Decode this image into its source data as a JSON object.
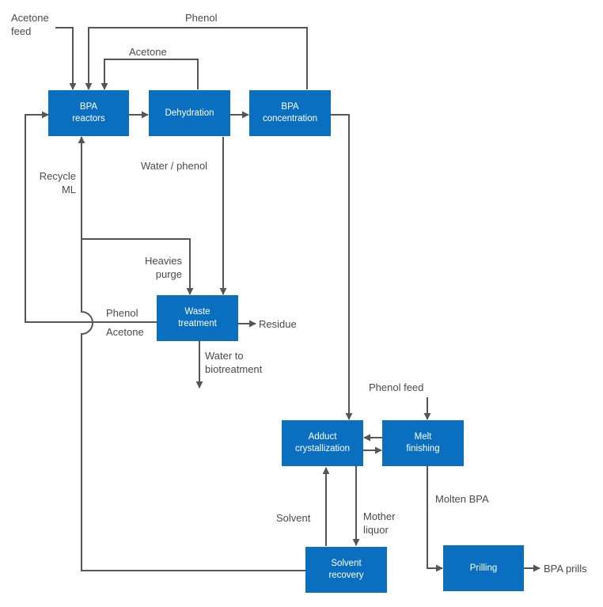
{
  "colors": {
    "box": "#0b6fbf",
    "line": "#555555",
    "label": "#4a4a4a",
    "background": "#ffffff"
  },
  "nodes": {
    "bpa_reactors": "BPA\nreactors",
    "dehydration": "Dehydration",
    "bpa_concentration": "BPA\nconcentration",
    "waste_treatment": "Waste\ntreatment",
    "adduct_crystallization": "Adduct\ncrystallization",
    "melt_finishing": "Melt\nfinishing",
    "solvent_recovery": "Solvent\nrecovery",
    "prilling": "Prilling"
  },
  "labels": {
    "acetone_feed": "Acetone\nfeed",
    "phenol_top": "Phenol",
    "acetone_recycle": "Acetone",
    "recycle_ml": "Recycle\nML",
    "water_phenol": "Water / phenol",
    "heavies_purge": "Heavies\npurge",
    "phenol_side": "Phenol",
    "acetone_side": "Acetone",
    "residue": "Residue",
    "water_biotreatment": "Water to\nbiotreatment",
    "phenol_feed": "Phenol feed",
    "molten_bpa": "Molten BPA",
    "solvent": "Solvent",
    "mother_liquor": "Mother\nliquor",
    "bpa_prills": "BPA prills"
  }
}
